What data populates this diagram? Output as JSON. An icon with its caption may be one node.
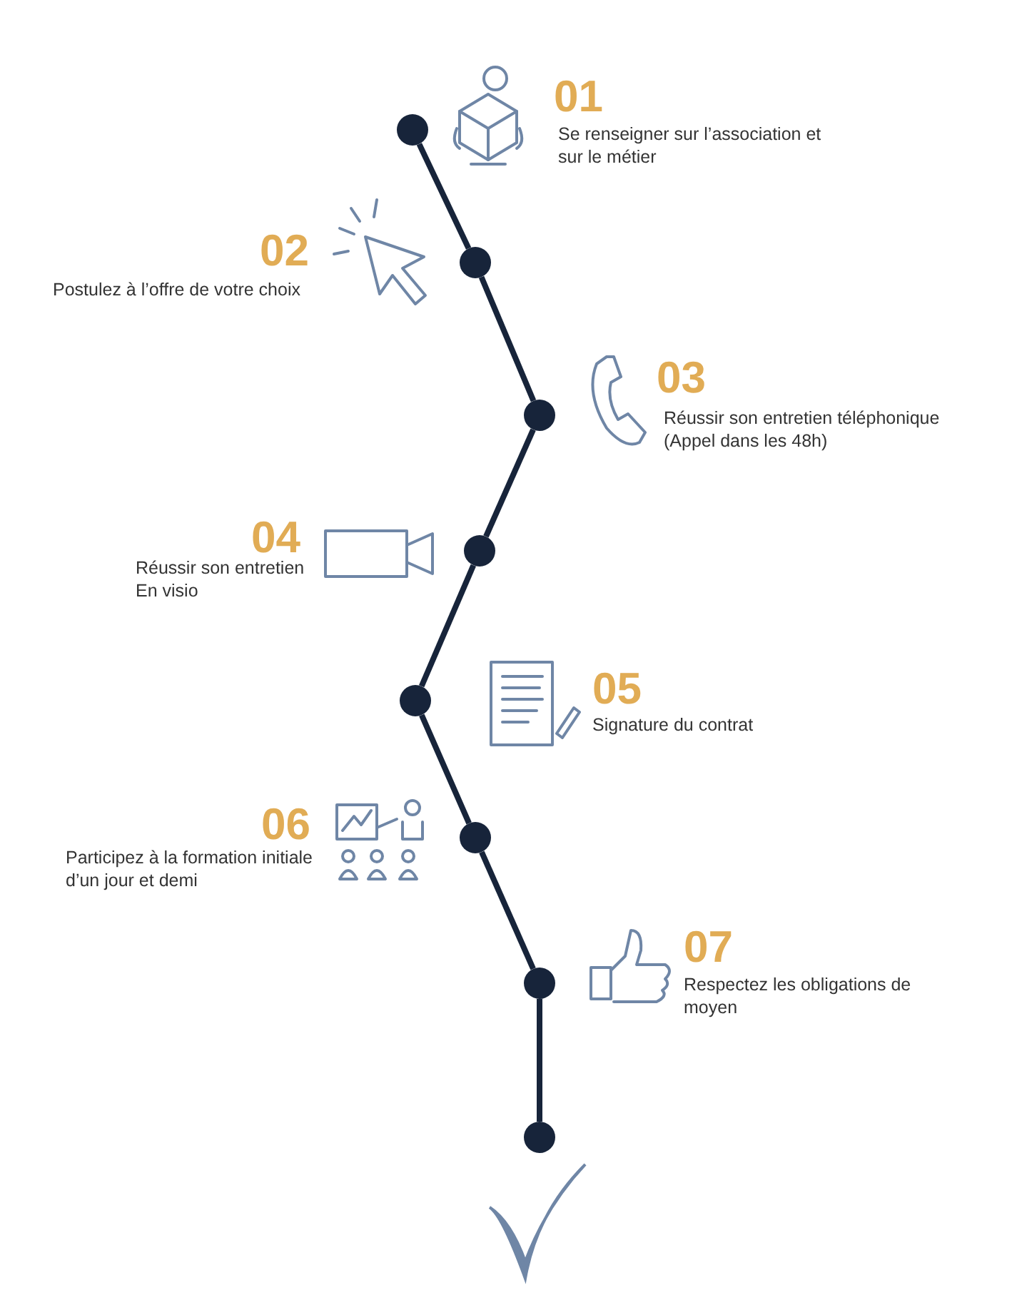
{
  "diagram": {
    "nodes": [
      {
        "text": [],
        "shape": "circle"
      },
      {
        "text": [],
        "shape": "circle"
      },
      {
        "text": [],
        "shape": "circle"
      },
      {
        "text": [],
        "shape": "circle"
      },
      {
        "text": [],
        "shape": "circle"
      },
      {
        "text": [],
        "shape": "circle"
      },
      {
        "text": [],
        "shape": "circle"
      },
      {
        "text": [],
        "shape": "circle"
      }
    ],
    "edges": [
      {
        "from": 0,
        "to": 1,
        "arrow": "none"
      },
      {
        "from": 1,
        "to": 2,
        "arrow": "none"
      },
      {
        "from": 2,
        "to": 3,
        "arrow": "none"
      },
      {
        "from": 3,
        "to": 4,
        "arrow": "none"
      },
      {
        "from": 4,
        "to": 5,
        "arrow": "none"
      },
      {
        "from": 5,
        "to": 6,
        "arrow": "none"
      },
      {
        "from": 6,
        "to": 7,
        "arrow": "none"
      }
    ],
    "labels": [
      "01",
      "Se renseigner sur l’association et sur le métier",
      "02",
      "Postulez à l’offre de votre choix",
      "03",
      "Réussir son entretien téléphonique (Appel dans les 48h)",
      "04",
      "Réussir son entretien En visio",
      "05",
      "Signature du contrat",
      "06",
      "Participez à la formation initiale d’un jour et demi",
      "07",
      "Respectez les obligations de moyen"
    ]
  }
}
